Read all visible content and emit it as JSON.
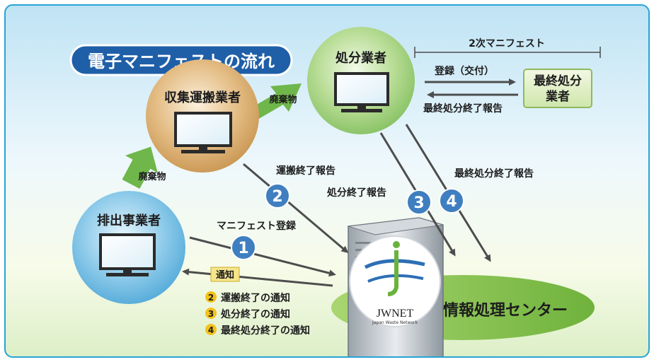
{
  "title": "電子マニフェストの流れ",
  "nodes": {
    "emitter": "排出事業者",
    "collector": "収集運搬業者",
    "processor": "処分業者",
    "final_processor_line1": "最終処分",
    "final_processor_line2": "業者",
    "center": "情報処理センター"
  },
  "labels": {
    "waste1": "廃棄物",
    "waste2": "廃棄物",
    "manifest_register": "マニフェスト登録",
    "transport_done": "運搬終了報告",
    "disposal_done": "処分終了報告",
    "final_disposal_done": "最終処分終了報告",
    "register_delivery": "登録（交付）",
    "final_disposal_done_small": "最終処分終了報告",
    "second_manifest": "2次マニフェスト",
    "notice_tag": "通知"
  },
  "steps": {
    "s1": "1",
    "s2": "2",
    "s3": "3",
    "s4": "4"
  },
  "notices": [
    {
      "num": "2",
      "text": "運搬終了の通知"
    },
    {
      "num": "3",
      "text": "処分終了の通知"
    },
    {
      "num": "4",
      "text": "最終処分終了の通知"
    }
  ],
  "logo": {
    "main": "JWNET",
    "sub": "Japan Waste Network"
  },
  "colors": {
    "accent": "#29a3d6",
    "step_circle": "#3f7fc0",
    "title_bg": "#1f5fa8",
    "green_arrow": "#6fb64b",
    "notice_yellow": "#f3c21b",
    "notice_tag": "#f6e58d"
  }
}
